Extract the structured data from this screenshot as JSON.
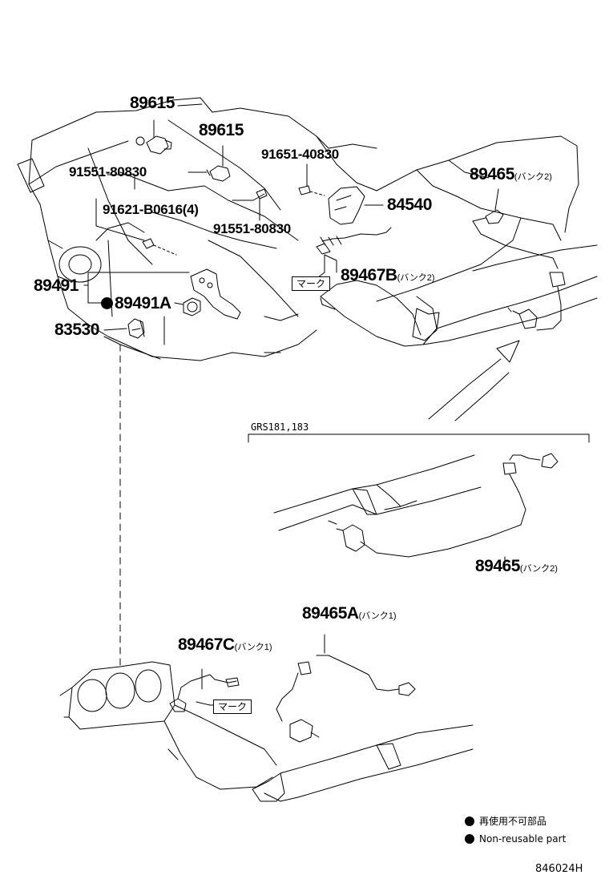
{
  "labels": {
    "p89615_top": "89615",
    "p89615_mid": "89615",
    "p91651": "91651-40830",
    "p91551_a": "91551-80830",
    "p84540": "84540",
    "p89465_top": "89465",
    "p89465_top_sub": "(バンク2)",
    "p91621": "91621-B0616(4)",
    "p91551_b": "91551-80830",
    "p89467B": "89467B",
    "p89467B_sub": "(バンク2)",
    "p89491": "89491",
    "p89491A": "89491A",
    "p83530": "83530",
    "p89465_mid": "89465",
    "p89465_mid_sub": "(バンク2)",
    "p89465A": "89465A",
    "p89465A_sub": "(バンク1)",
    "p89467C": "89467C",
    "p89467C_sub": "(バンク1)"
  },
  "marks": {
    "mark_top": "マーク",
    "mark_bottom": "マーク"
  },
  "variant_label": "GRS181,183",
  "legend": {
    "jp": "再使用不可部品",
    "en": "Non-reusable part"
  },
  "diagram_code": "846024H"
}
